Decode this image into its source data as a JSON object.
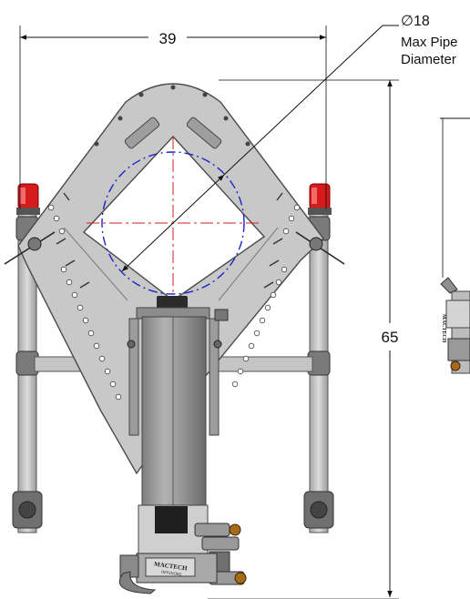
{
  "dimensions": {
    "width_label": "39",
    "height_label": "65",
    "diameter_label": "∅18",
    "diameter_caption_line1": "Max Pipe",
    "diameter_caption_line2": "Diameter"
  },
  "branding": {
    "plate_text_main": "MACTECH",
    "plate_text_sub": "OFFSHORE",
    "side_plate_text": "MACTECH"
  },
  "colors": {
    "frame": "#c9c9c9",
    "frame_edge": "#555555",
    "column": "#9a9a9a",
    "pipe_circle": "#1c24c8",
    "centerline": "#d21f1f",
    "beacon": "#d51b1b",
    "dimension_line": "#111111"
  }
}
